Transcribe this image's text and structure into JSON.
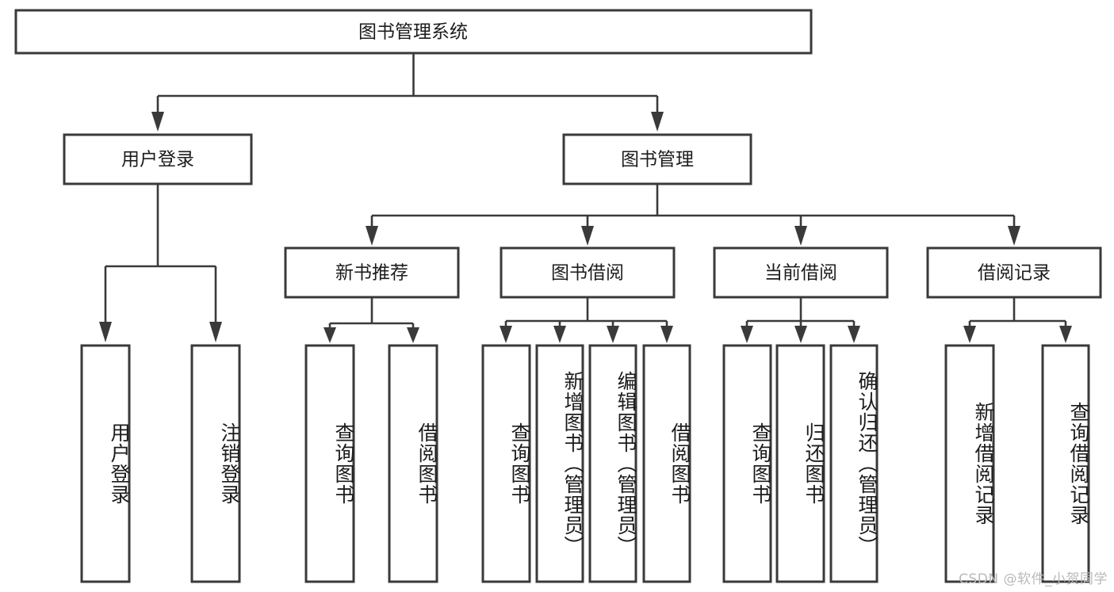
{
  "diagram": {
    "type": "tree",
    "title": "图书管理系统",
    "orientation": "top-down",
    "colors": {
      "box_stroke": "#3a3a3a",
      "box_fill": "#ffffff",
      "connector": "#3a3a3a",
      "text": "#1c1c1c",
      "watermark": "#b9b9b9"
    },
    "root": {
      "label": "图书管理系统"
    },
    "level1": [
      {
        "label": "用户登录"
      },
      {
        "label": "图书管理"
      }
    ],
    "level2": [
      {
        "label": "新书推荐"
      },
      {
        "label": "图书借阅"
      },
      {
        "label": "当前借阅"
      },
      {
        "label": "借阅记录"
      }
    ],
    "leaves": [
      {
        "label": "用户登录",
        "parent": "用户登录"
      },
      {
        "label": "注销登录",
        "parent": "用户登录"
      },
      {
        "label": "查询图书",
        "parent": "新书推荐"
      },
      {
        "label": "借阅图书",
        "parent": "新书推荐"
      },
      {
        "label": "查询图书",
        "parent": "图书借阅"
      },
      {
        "label": "新增图书（管理员）",
        "parent": "图书借阅"
      },
      {
        "label": "编辑图书（管理员）",
        "parent": "图书借阅"
      },
      {
        "label": "借阅图书",
        "parent": "图书借阅"
      },
      {
        "label": "查询图书",
        "parent": "当前借阅"
      },
      {
        "label": "归还图书",
        "parent": "当前借阅"
      },
      {
        "label": "确认归还（管理员）",
        "parent": "当前借阅"
      },
      {
        "label": "新增借阅记录",
        "parent": "借阅记录"
      },
      {
        "label": "查询借阅记录",
        "parent": "借阅记录"
      }
    ]
  },
  "watermark": {
    "text": "CSDN @软件_小贺同学"
  }
}
